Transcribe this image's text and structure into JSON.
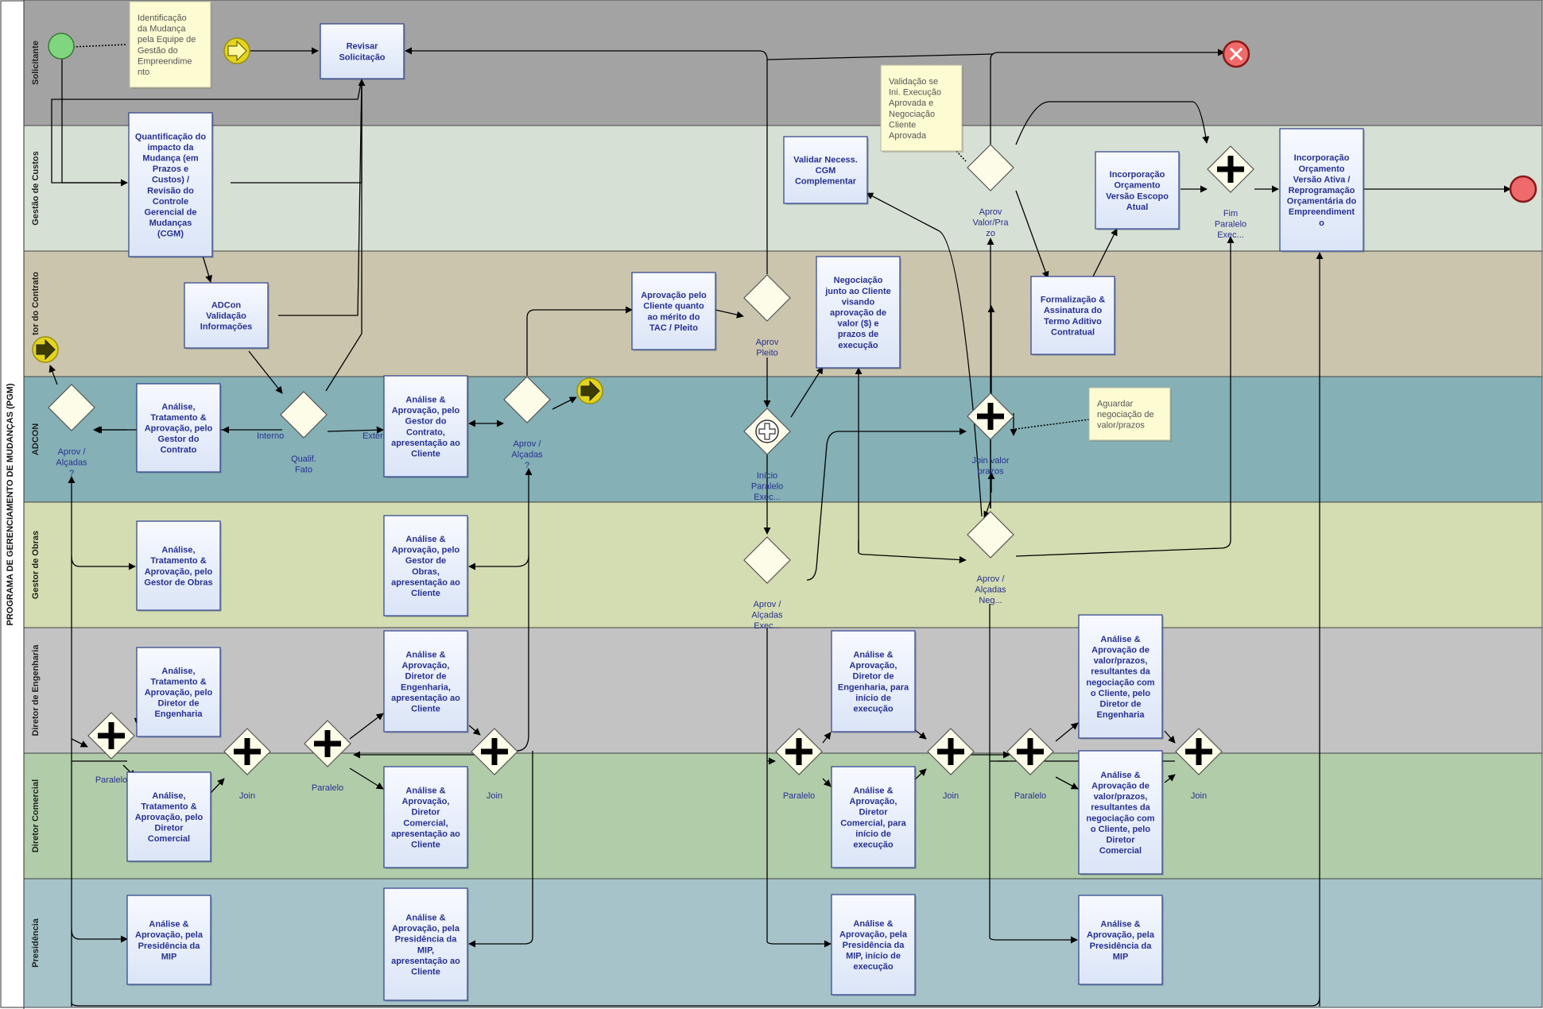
{
  "pool": {
    "title": "PROGRAMA DE GERENCIAMENTO DE MUDANÇAS (PGM)"
  },
  "lanes": [
    {
      "id": "solicitante",
      "label": "Solicitante",
      "color": "#a3a3a3"
    },
    {
      "id": "custos",
      "label": "Gestão de Custos",
      "color": "#d7e0d4"
    },
    {
      "id": "gestor-contrato",
      "label": "tor do Contrato",
      "color": "#cbc5ad"
    },
    {
      "id": "adcon",
      "label": "ADCON",
      "color": "#84b0b6"
    },
    {
      "id": "gestor-obras",
      "label": "Gestor de Obras",
      "color": "#d4dcb1"
    },
    {
      "id": "engenharia",
      "label": "Diretor de Engenharia",
      "color": "#c3c3c3"
    },
    {
      "id": "comercial",
      "label": "Diretor Comercial",
      "color": "#b0cca9"
    },
    {
      "id": "presidencia",
      "label": "Presidência",
      "color": "#a5c3c8"
    }
  ],
  "tasks": [
    {
      "id": "t_revisar",
      "lines": [
        "Revisar",
        "Solicitação"
      ]
    },
    {
      "id": "t_quant",
      "lines": [
        "Quantificação do",
        "impacto da",
        "Mudança (em",
        "Prazos e",
        "Custos) /",
        "Revisão do",
        "Controle",
        "Gerencial de",
        "Mudanças",
        "(CGM)"
      ]
    },
    {
      "id": "t_adcon_val",
      "lines": [
        "ADCon",
        "Validação",
        "Informações"
      ]
    },
    {
      "id": "t_analise_gc",
      "lines": [
        "Análise,",
        "Tratamento &",
        "Aprovação, pelo",
        "Gestor do",
        "Contrato"
      ]
    },
    {
      "id": "t_analise_gc_cli",
      "lines": [
        "Análise &",
        "Aprovação, pelo",
        "Gestor do",
        "Contrato,",
        "apresentação ao",
        "Cliente"
      ]
    },
    {
      "id": "t_aprov_cliente",
      "lines": [
        "Aprovação pelo",
        "Cliente quanto",
        "ao mérito do",
        "TAC / Pleito"
      ]
    },
    {
      "id": "t_validar_cgm",
      "lines": [
        "Validar Necess.",
        "CGM",
        "Complementar"
      ]
    },
    {
      "id": "t_negociacao",
      "lines": [
        "Negociação",
        "junto ao Cliente",
        "visando",
        "aprovação de",
        "valor ($) e",
        "prazos de",
        "execução"
      ]
    },
    {
      "id": "t_formalizacao",
      "lines": [
        "Formalização &",
        "Assinatura do",
        "Termo Aditivo",
        "Contratual"
      ]
    },
    {
      "id": "t_incorp_escopo",
      "lines": [
        "Incorporação",
        "Orçamento",
        "Versão Escopo",
        "Atual"
      ]
    },
    {
      "id": "t_incorp_ativa",
      "lines": [
        "Incorporação",
        "Orçamento",
        "Versão Ativa /",
        "Reprogramação",
        "Orçamentária do",
        "Empreendiment",
        "o"
      ]
    },
    {
      "id": "t_analise_go",
      "lines": [
        "Análise,",
        "Tratamento &",
        "Aprovação, pelo",
        "Gestor de Obras"
      ]
    },
    {
      "id": "t_analise_go_cli",
      "lines": [
        "Análise &",
        "Aprovação, pelo",
        "Gestor de",
        "Obras,",
        "apresentação ao",
        "Cliente"
      ]
    },
    {
      "id": "t_analise_de",
      "lines": [
        "Análise,",
        "Tratamento &",
        "Aprovação, pelo",
        "Diretor de",
        "Engenharia"
      ]
    },
    {
      "id": "t_analise_de_cli",
      "lines": [
        "Análise &",
        "Aprovação,",
        "Diretor de",
        "Engenharia,",
        "apresentação ao",
        "Cliente"
      ]
    },
    {
      "id": "t_analise_de_exec",
      "lines": [
        "Análise &",
        "Aprovação,",
        "Diretor de",
        "Engenharia, para",
        "início de",
        "execução"
      ]
    },
    {
      "id": "t_analise_de_neg",
      "lines": [
        "Análise &",
        "Aprovação de",
        "valor/prazos,",
        "resultantes da",
        "negociação com",
        "o Cliente, pelo",
        "Diretor de",
        "Engenharia"
      ]
    },
    {
      "id": "t_analise_dc",
      "lines": [
        "Análise,",
        "Tratamento &",
        "Aprovação, pelo",
        "Diretor",
        "Comercial"
      ]
    },
    {
      "id": "t_analise_dc_cli",
      "lines": [
        "Análise &",
        "Aprovação,",
        "Diretor",
        "Comercial,",
        "apresentação ao",
        "Cliente"
      ]
    },
    {
      "id": "t_analise_dc_exec",
      "lines": [
        "Análise &",
        "Aprovação,",
        "Diretor",
        "Comercial, para",
        "início de",
        "execução"
      ]
    },
    {
      "id": "t_analise_dc_neg",
      "lines": [
        "Análise &",
        "Aprovação de",
        "valor/prazos,",
        "resultantes da",
        "negociação com",
        "o Cliente, pelo",
        "Diretor",
        "Comercial"
      ]
    },
    {
      "id": "t_pres",
      "lines": [
        "Análise &",
        "Aprovação, pela",
        "Presidência da",
        "MIP"
      ]
    },
    {
      "id": "t_pres_cli",
      "lines": [
        "Análise &",
        "Aprovação, pela",
        "Presidência da",
        "MIP,",
        "apresentação ao",
        "Cliente"
      ]
    },
    {
      "id": "t_pres_exec",
      "lines": [
        "Análise &",
        "Aprovação, pela",
        "Presidência da",
        "MIP, início de",
        "execução"
      ]
    },
    {
      "id": "t_pres_neg",
      "lines": [
        "Análise &",
        "Aprovação, pela",
        "Presidência da",
        "MIP"
      ]
    }
  ],
  "annotations": [
    {
      "id": "n_ident",
      "lines": [
        "Identificação",
        "da Mudança",
        "pela Equipe de",
        "Gestão do",
        "Empreendime",
        "nto"
      ]
    },
    {
      "id": "n_valid",
      "lines": [
        "Validação se",
        "Ini. Execução",
        "Aprovada e",
        "Negociação",
        "Cliente",
        "Aprovada"
      ]
    },
    {
      "id": "n_aguardar",
      "lines": [
        "Aguardar",
        "negociação de",
        "valor/prazos"
      ]
    }
  ],
  "gateways": [
    {
      "id": "g_aprov_alc1",
      "lines": [
        "Aprov /",
        "Alçadas",
        "?"
      ]
    },
    {
      "id": "g_qualif",
      "lines": [
        "Qualif.",
        "Fato"
      ]
    },
    {
      "id": "g_aprov_alc2",
      "lines": [
        "Aprov /",
        "Alçadas",
        "?"
      ]
    },
    {
      "id": "g_aprov_pleito",
      "lines": [
        "Aprov",
        "Pleito"
      ]
    },
    {
      "id": "g_inicio_par",
      "lines": [
        "Início",
        "Paralelo",
        "Exec..."
      ]
    },
    {
      "id": "g_aprov_alc_exec",
      "lines": [
        "Aprov /",
        "Alçadas",
        "Exec..."
      ]
    },
    {
      "id": "g_aprov_valor",
      "lines": [
        "Aprov",
        "Valor/Pra",
        "zo"
      ]
    },
    {
      "id": "g_join_valor",
      "lines": [
        "Join valor",
        "prazos"
      ]
    },
    {
      "id": "g_aprov_alc_neg",
      "lines": [
        "Aprov /",
        "Alçadas",
        "Neg..."
      ]
    },
    {
      "id": "g_fim_par",
      "lines": [
        "Fim",
        "Paralelo",
        "Exec..."
      ]
    },
    {
      "id": "g_paralelo1",
      "lines": [
        "Paralelo"
      ]
    },
    {
      "id": "g_join1",
      "lines": [
        "Join"
      ]
    },
    {
      "id": "g_paralelo2",
      "lines": [
        "Paralelo"
      ]
    },
    {
      "id": "g_join2",
      "lines": [
        "Join"
      ]
    },
    {
      "id": "g_paralelo3",
      "lines": [
        "Paralelo"
      ]
    },
    {
      "id": "g_join3",
      "lines": [
        "Join"
      ]
    },
    {
      "id": "g_paralelo4",
      "lines": [
        "Paralelo"
      ]
    },
    {
      "id": "g_join4",
      "lines": [
        "Join"
      ]
    }
  ],
  "flow_labels": {
    "interno": "Interno",
    "externo": "Externo"
  },
  "colors": {
    "task_fill": "#e9f0fb",
    "task_border": "#2c3f8c",
    "task_text": "#27318f",
    "gateway_fill": "#fdfce8",
    "note_fill": "#fdfbd2",
    "start": "#7fd67f",
    "end": "#ef6b6b",
    "link": "#e2d51c"
  }
}
